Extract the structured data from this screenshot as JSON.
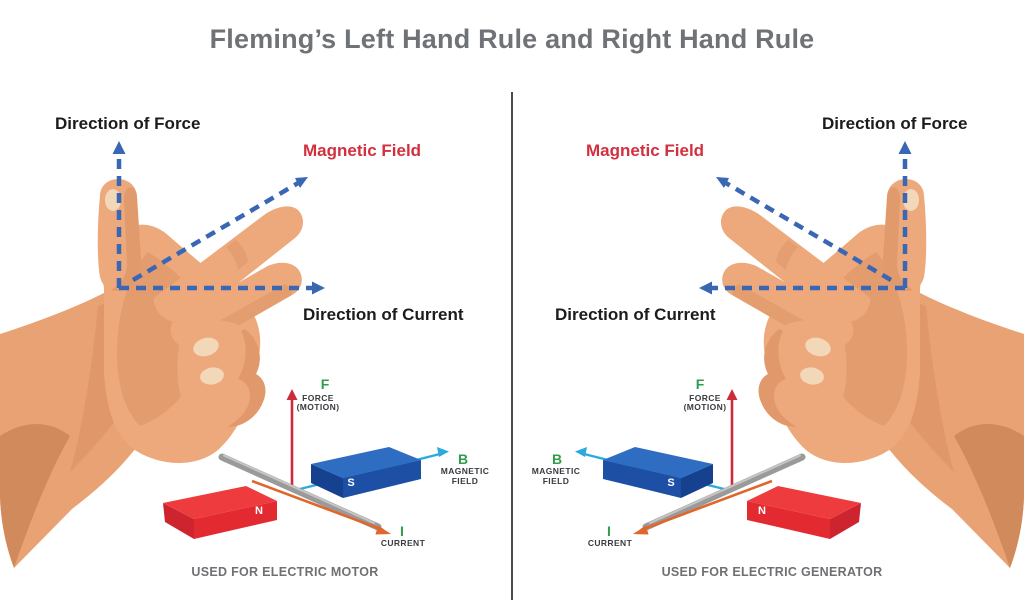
{
  "title": "Fleming’s Left Hand Rule and Right Hand Rule",
  "colors": {
    "arrow_blue": "#3a67b4",
    "field_label_red": "#d2303e",
    "axis_letter_green": "#2f9e4b",
    "force_arrow_red": "#cb2e3a",
    "field_arrow_cyan": "#2baae1",
    "current_arrow_orange": "#e0662c",
    "magnet_red": "#ee3b3e",
    "magnet_blue": "#2e6dc2",
    "rod_gray": "#9a9a9a",
    "skin": "#eda97b",
    "title_gray": "#6f7276"
  },
  "left_panel": {
    "force_label": "Direction of Force",
    "field_label": "Magnetic Field",
    "current_label": "Direction of Current",
    "axis": {
      "f": "F",
      "force": "FORCE",
      "motion": "(MOTION)",
      "b": "B",
      "magnetic": "MAGNETIC",
      "field": "FIELD",
      "i": "I",
      "current": "CURRENT",
      "north": "N",
      "south": "S"
    },
    "caption": "USED FOR ELECTRIC MOTOR"
  },
  "right_panel": {
    "force_label": "Direction of Force",
    "field_label": "Magnetic Field",
    "current_label": "Direction of Current",
    "axis": {
      "f": "F",
      "force": "FORCE",
      "motion": "(MOTION)",
      "b": "B",
      "magnetic": "MAGNETIC",
      "field": "FIELD",
      "i": "I",
      "current": "CURRENT",
      "north": "N",
      "south": "S"
    },
    "caption": "USED FOR ELECTRIC GENERATOR"
  }
}
